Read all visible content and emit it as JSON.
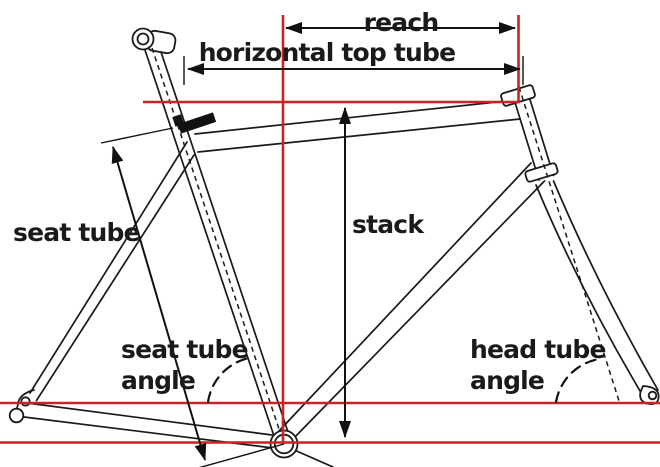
{
  "title": "Bicycle frame geometry diagram",
  "colors": {
    "background": "#ffffff",
    "reference_line_red": "#cc2222",
    "drawing_black": "#1a1a1a"
  },
  "labels": {
    "reach": "reach",
    "horizontal_top_tube": "horizontal top tube",
    "seat_tube": "seat tube",
    "stack": "stack",
    "seat_tube_angle": {
      "line1": "seat tube",
      "line2": "angle"
    },
    "head_tube_angle": {
      "line1": "head tube",
      "line2": "angle"
    }
  }
}
